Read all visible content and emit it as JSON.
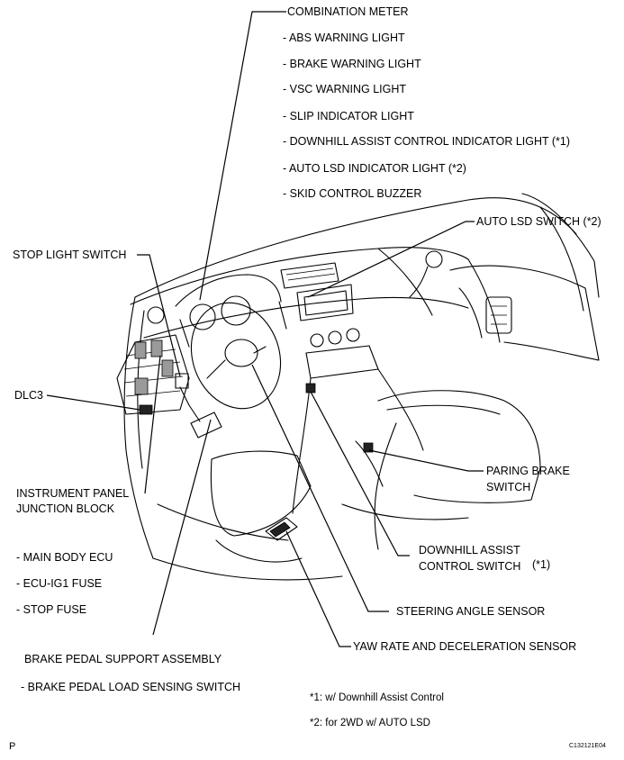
{
  "labels": {
    "combination_meter": "COMBINATION METER",
    "meter_items": [
      "- ABS WARNING LIGHT",
      "- BRAKE WARNING LIGHT",
      "- VSC WARNING LIGHT",
      "- SLIP INDICATOR LIGHT",
      "- DOWNHILL ASSIST CONTROL INDICATOR LIGHT (*1)",
      "- AUTO LSD INDICATOR LIGHT (*2)",
      "- SKID CONTROL BUZZER"
    ],
    "auto_lsd_switch": "AUTO LSD SWITCH (*2)",
    "stop_light_switch": "STOP LIGHT SWITCH",
    "dlc3": "DLC3",
    "paring_brake_line1": "PARING BRAKE",
    "paring_brake_line2": "SWITCH",
    "instrument_panel_line1": "INSTRUMENT PANEL",
    "instrument_panel_line2": "JUNCTION BLOCK",
    "junction_items": [
      "- MAIN BODY ECU",
      "- ECU-IG1 FUSE",
      "- STOP FUSE"
    ],
    "downhill_switch_line1": "DOWNHILL ASSIST",
    "downhill_switch_line2": "CONTROL SWITCH",
    "downhill_switch_note": "(*1)",
    "steering_angle_sensor": "STEERING ANGLE SENSOR",
    "yaw_rate_sensor": "YAW RATE AND DECELERATION SENSOR",
    "brake_pedal_support": "BRAKE PEDAL SUPPORT ASSEMBLY",
    "brake_pedal_load": "- BRAKE PEDAL LOAD SENSING SWITCH"
  },
  "footnotes": [
    "*1: w/ Downhill Assist Control",
    "*2: for 2WD w/ AUTO LSD"
  ],
  "corner": {
    "left": "P",
    "right": "C132121E04"
  }
}
